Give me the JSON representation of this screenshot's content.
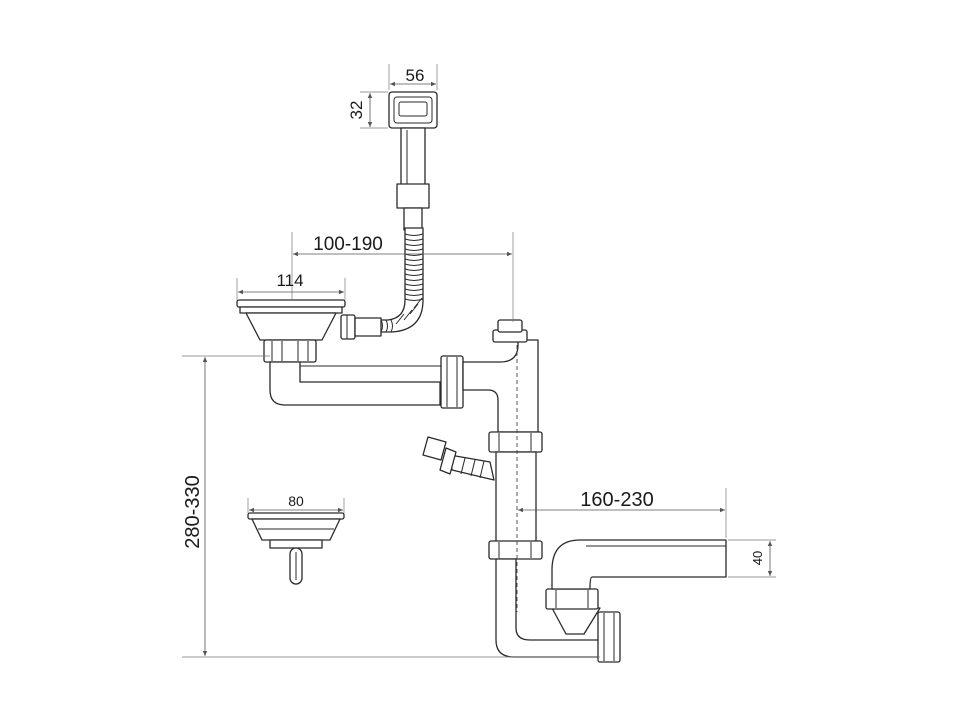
{
  "diagram": {
    "dimensions": {
      "overflow_width": "56",
      "overflow_height": "32",
      "hose_reach": "100-190",
      "strainer_diameter": "114",
      "basket_diameter": "80",
      "trap_height": "280-330",
      "outlet_reach": "160-230",
      "outlet_diameter": "40"
    },
    "colors": {
      "line": "#2a2a2a",
      "dimension": "#555555",
      "background": "#ffffff"
    }
  }
}
